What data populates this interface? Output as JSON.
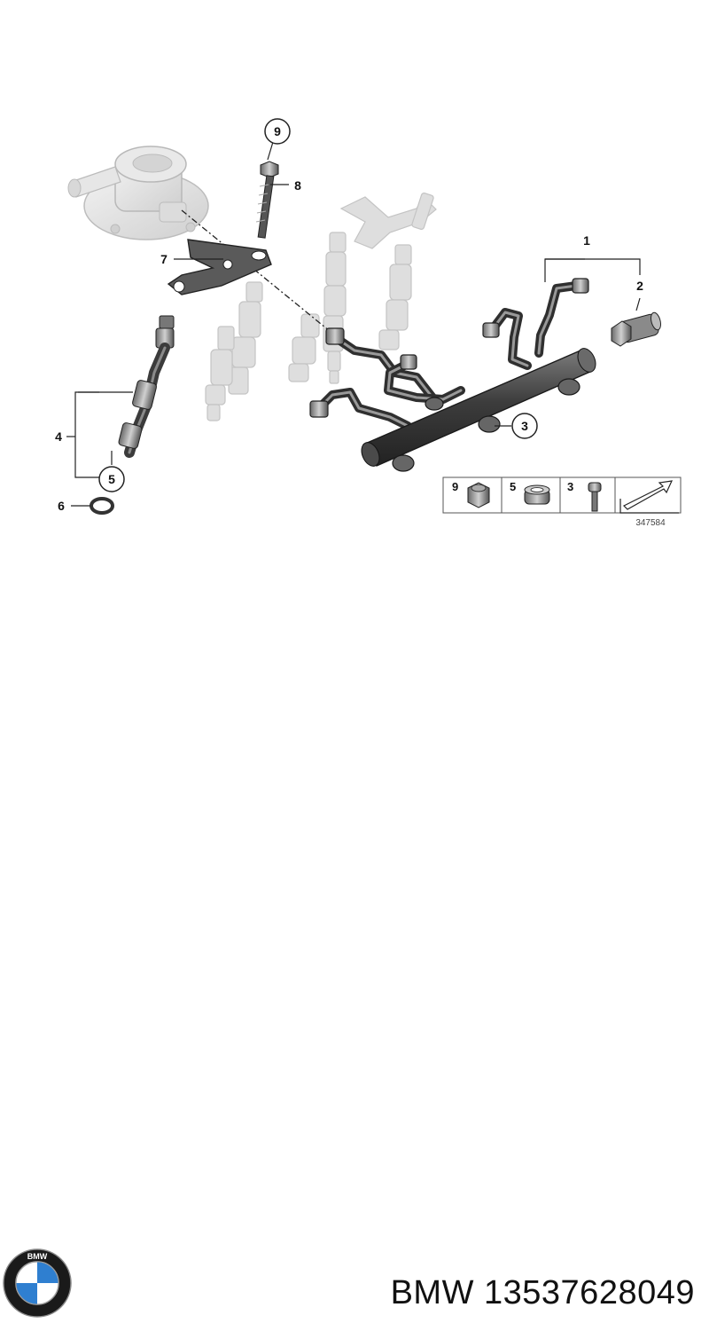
{
  "diagram": {
    "callouts": {
      "c1": "1",
      "c2": "2",
      "c3": "3",
      "c4": "4",
      "c5": "5",
      "c6": "6",
      "c7": "7",
      "c8": "8",
      "c9": "9"
    },
    "legend": {
      "items": [
        "9",
        "5",
        "3"
      ],
      "reference_code": "347584"
    },
    "colors": {
      "part_dark": "#4a4a4a",
      "part_faded": "#d8d8d8",
      "outline": "#222222"
    }
  },
  "footer": {
    "logo_text": "BMW",
    "brand": "BMW",
    "part_number": "13537628049"
  }
}
